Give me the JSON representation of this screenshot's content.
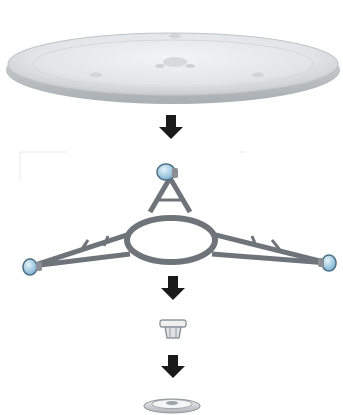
{
  "diagram": {
    "parts": [
      {
        "id": "glass-tray",
        "icon": "glass-turntable-tray"
      },
      {
        "id": "roller-ring",
        "icon": "roller-ring-support"
      },
      {
        "id": "coupler",
        "icon": "turntable-coupler"
      },
      {
        "id": "motor-shaft-base",
        "icon": "shaft-base-disc"
      }
    ],
    "arrows": [
      {
        "icon": "arrow-down-icon"
      },
      {
        "icon": "arrow-down-icon"
      },
      {
        "icon": "arrow-down-icon"
      }
    ],
    "colors": {
      "tray_fill": "#e3e6e8",
      "tray_edge": "#b9bec2",
      "ring_frame": "#6f747a",
      "roller_wheel": "#aacfe6",
      "arrow": "#1a1a1a",
      "part_gray": "#c9cdd0"
    }
  }
}
